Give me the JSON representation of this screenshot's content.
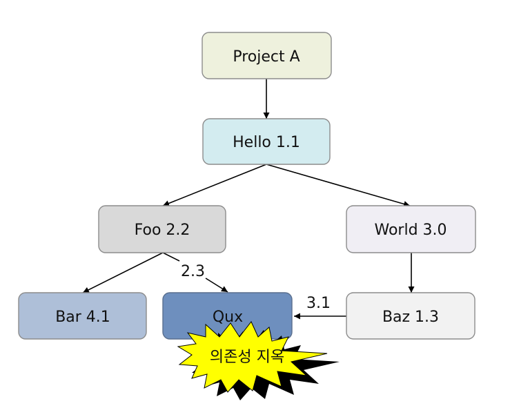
{
  "nodes": {
    "project_a": {
      "label": "Project A",
      "fill": "#eef1dd"
    },
    "hello": {
      "label": "Hello 1.1",
      "fill": "#d3ecf0"
    },
    "foo": {
      "label": "Foo 2.2",
      "fill": "#d9d9d9"
    },
    "world": {
      "label": "World 3.0",
      "fill": "#f0eef4"
    },
    "bar": {
      "label": "Bar 4.1",
      "fill": "#aebfd8"
    },
    "qux": {
      "label": "Qux",
      "fill": "#6e8fbe"
    },
    "baz": {
      "label": "Baz 1.3",
      "fill": "#f2f2f2"
    }
  },
  "edges": {
    "foo_qux": {
      "label": "2.3"
    },
    "baz_qux": {
      "label": "3.1"
    }
  },
  "callout": {
    "label": "의존성 지옥",
    "fill": "#ffff00"
  }
}
